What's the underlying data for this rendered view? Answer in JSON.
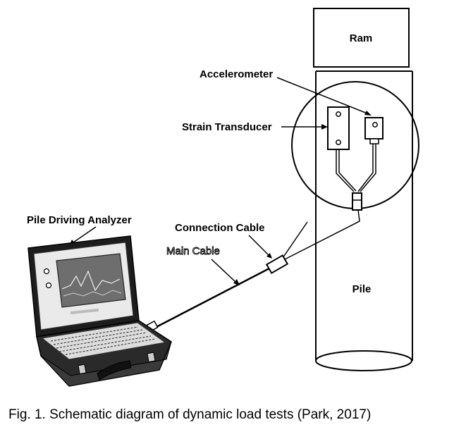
{
  "labels": {
    "ram": "Ram",
    "accelerometer": "Accelerometer",
    "strain_transducer": "Strain Transducer",
    "pile_driving_analyzer": "Pile Driving Analyzer",
    "connection_cable": "Connection Cable",
    "main_cable": "Main Cable",
    "pile": "Pile"
  },
  "caption": "Fig. 1. Schematic diagram of dynamic load tests (Park, 2017)",
  "icons": [
    "laptop-analyzer-icon",
    "strain-transducer-icon",
    "accelerometer-icon",
    "connector-icon"
  ]
}
